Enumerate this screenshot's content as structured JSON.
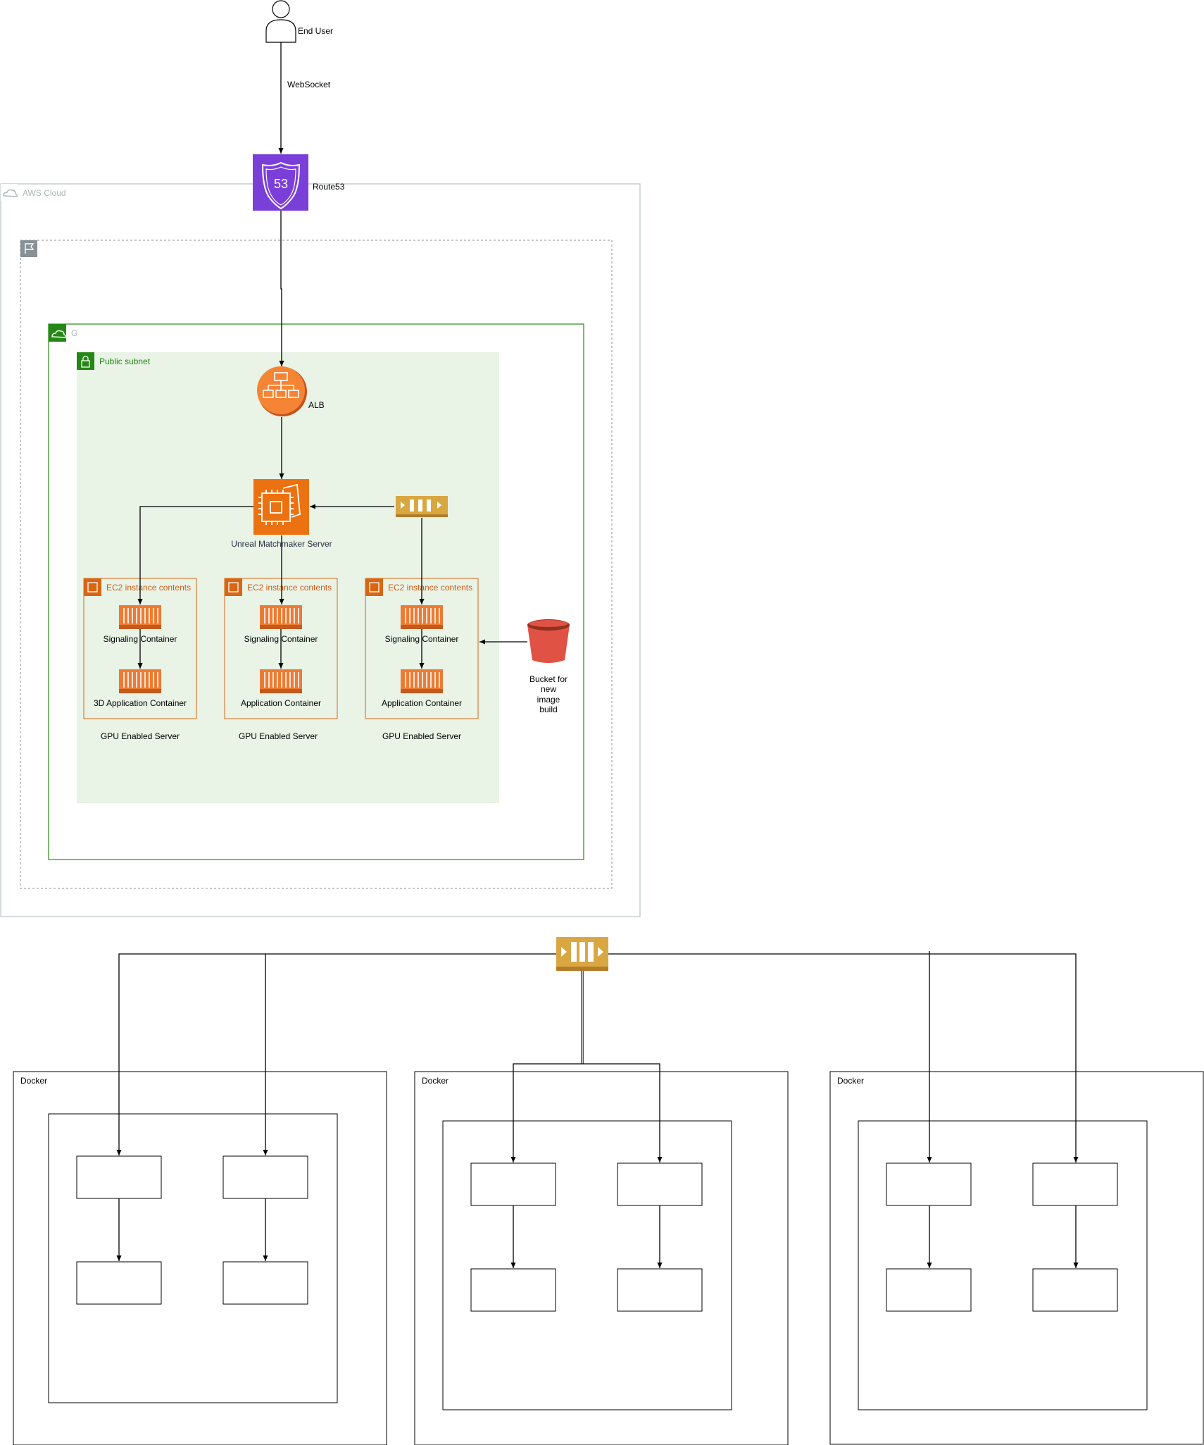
{
  "labels": {
    "end_user": "End User",
    "websocket": "WebSocket",
    "route53": "Route53",
    "route53_glyph": "53",
    "aws_cloud": "AWS Cloud",
    "vpc_group": "G",
    "public_subnet": "Public subnet",
    "alb": "ALB",
    "matchmaker": "Unreal Matchmaker Server",
    "bucket_line1": "Bucket for",
    "bucket_line2": "new",
    "bucket_line3": "image",
    "bucket_line4": "build"
  },
  "ec2_groups": [
    {
      "title": "EC2 instance contents",
      "signaling": "Signaling Container",
      "application": "3D Application Container",
      "server": "GPU Enabled Server"
    },
    {
      "title": "EC2 instance contents",
      "signaling": "Signaling Container",
      "application": "Application Container",
      "server": "GPU Enabled Server"
    },
    {
      "title": "EC2 instance contents",
      "signaling": "Signaling Container",
      "application": "Application Container",
      "server": "GPU Enabled Server"
    }
  ],
  "docker_panels": [
    {
      "label": "Docker"
    },
    {
      "label": "Docker"
    },
    {
      "label": "Docker"
    }
  ],
  "icons": {
    "end_user": "user-icon",
    "route53": "route53-icon",
    "alb": "load-balancer-icon",
    "matchmaker": "ec2-instance-icon",
    "queue": "queue-icon",
    "container": "container-icon",
    "bucket": "s3-bucket-icon",
    "aws_cloud": "cloud-icon",
    "vpc": "vpc-cloud-icon",
    "subnet": "lock-icon",
    "region": "flag-icon",
    "ec2_group": "ec2-group-icon"
  },
  "colors": {
    "route53": "#7b3fd9",
    "ec2": "#ec7211",
    "alb": "#f58534",
    "queue": "#d9a741",
    "container": "#ed7b33",
    "bucket": "#e05243",
    "subnet_fill": "#e9f3e6",
    "subnet_green": "#248814",
    "aws_grey": "#aab7b8",
    "ec2_border": "#d86613"
  }
}
